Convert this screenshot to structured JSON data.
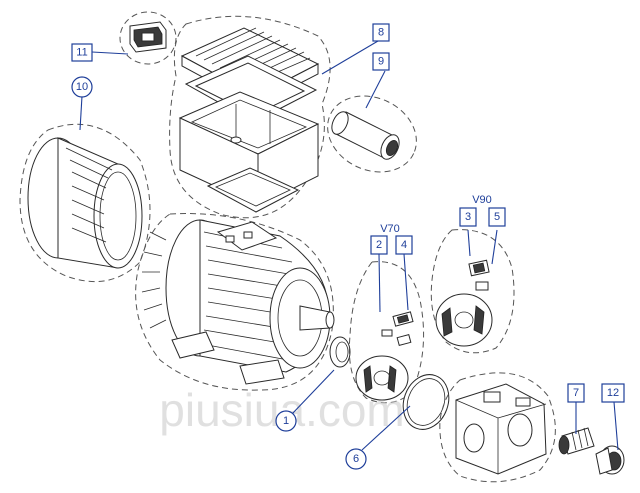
{
  "watermark": "piusiua.com",
  "group_labels": {
    "v70": "V70",
    "v90": "V90"
  },
  "callouts": {
    "c1": "1",
    "c2": "2",
    "c3": "3",
    "c4": "4",
    "c5": "5",
    "c6": "6",
    "c7": "7",
    "c8": "8",
    "c9": "9",
    "c10": "10",
    "c11": "11",
    "c12": "12"
  },
  "colors": {
    "callout": "#1f3f9a",
    "line_art": "#2a2a2a",
    "watermark": "#c8c8c8"
  }
}
